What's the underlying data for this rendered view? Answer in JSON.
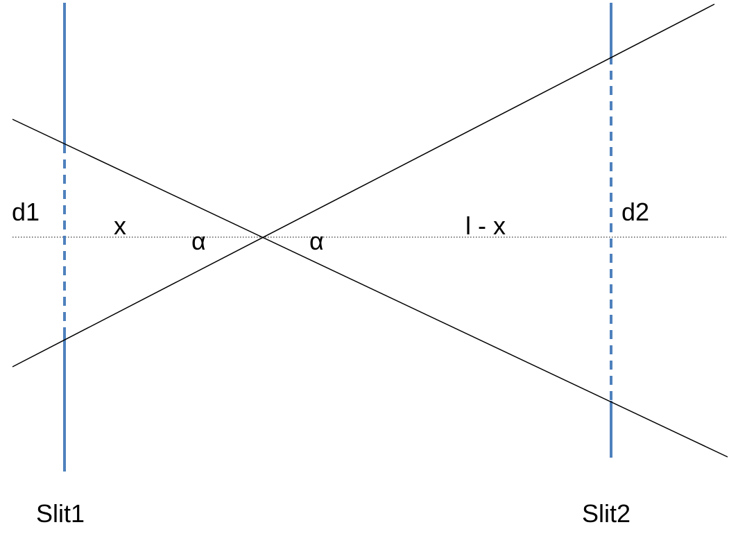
{
  "labels": {
    "d1": "d1",
    "d2": "d2",
    "x": "x",
    "l_minus_x": "l - x",
    "alpha_left": "α",
    "alpha_right": "α",
    "slit1": "Slit1",
    "slit2": "Slit2"
  },
  "colors": {
    "slit": "#4f81bd",
    "ray": "#000000",
    "axis": "#000000",
    "background": "#ffffff"
  }
}
